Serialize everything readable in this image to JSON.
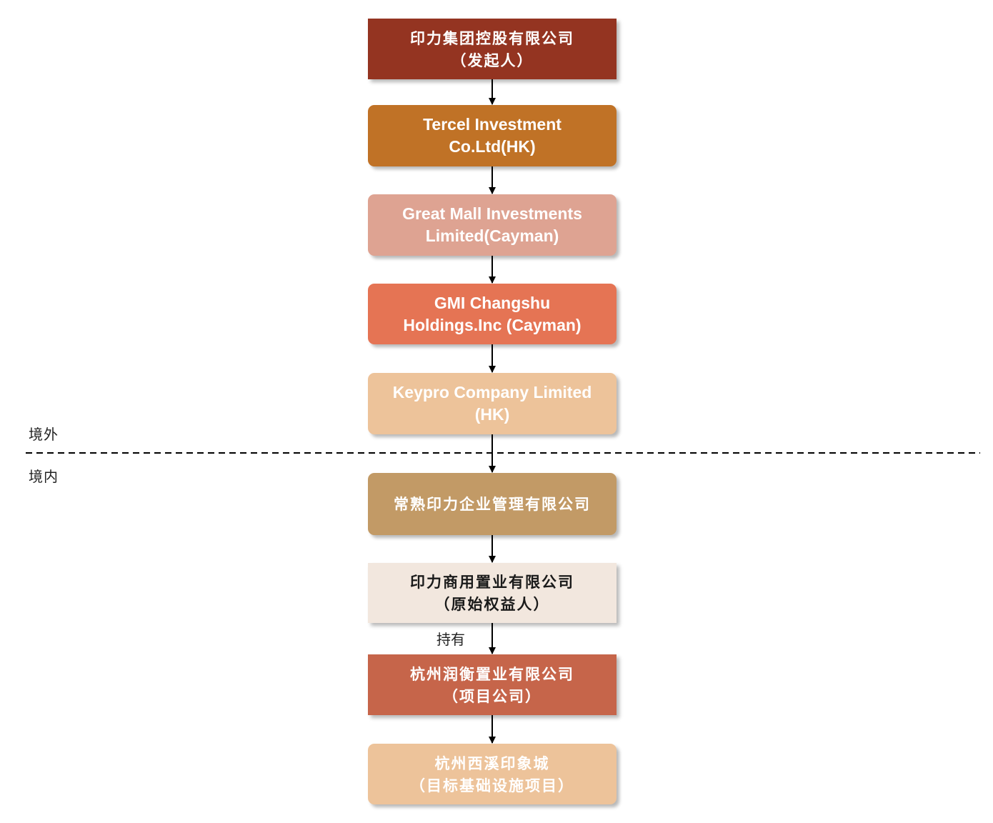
{
  "nodes": [
    {
      "id": "yinli-group",
      "lines": [
        "印力集团控股有限公司",
        "（发起人）"
      ],
      "lang": "cn",
      "fill": "#943421",
      "text_color": "#ffffff",
      "rounded": false
    },
    {
      "id": "tercel",
      "lines": [
        "Tercel Investment",
        "Co.Ltd(HK)"
      ],
      "lang": "en",
      "fill": "#C07226",
      "text_color": "#ffffff",
      "rounded": true
    },
    {
      "id": "great-mall",
      "lines": [
        "Great Mall  Investments",
        "Limited(Cayman)"
      ],
      "lang": "en",
      "fill": "#DEA392",
      "text_color": "#ffffff",
      "rounded": true
    },
    {
      "id": "gmi-changshu",
      "lines": [
        "GMI Changshu",
        "Holdings.Inc  (Cayman)"
      ],
      "lang": "en",
      "fill": "#E57454",
      "text_color": "#ffffff",
      "rounded": true
    },
    {
      "id": "keypro",
      "lines": [
        "Keypro  Company  Limited",
        "(HK)"
      ],
      "lang": "en",
      "fill": "#EDC39A",
      "text_color": "#ffffff",
      "rounded": true
    },
    {
      "id": "changshu-yinli",
      "lines": [
        "常熟印力企业管理有限公司"
      ],
      "lang": "cn",
      "fill": "#C29A66",
      "text_color": "#ffffff",
      "rounded": true
    },
    {
      "id": "yinli-commercial",
      "lines": [
        "印力商用置业有限公司",
        "（原始权益人）"
      ],
      "lang": "cn",
      "fill": "#F2E7DE",
      "text_color": "#1a1a1a",
      "rounded": false
    },
    {
      "id": "hangzhou-runheng",
      "lines": [
        "杭州润衡置业有限公司",
        "（项目公司）"
      ],
      "lang": "cn",
      "fill": "#C6654A",
      "text_color": "#ffffff",
      "rounded": false
    },
    {
      "id": "xixi-yinxiang",
      "lines": [
        "杭州西溪印象城",
        "（目标基础设施项目）"
      ],
      "lang": "cn",
      "fill": "#EDC39A",
      "text_color": "#ffffff",
      "rounded": true
    }
  ],
  "zones": {
    "offshore_label": "境外",
    "onshore_label": "境内"
  },
  "edge_label": "持有",
  "colors": {
    "arrow": "#000000",
    "divider": "#000000"
  }
}
